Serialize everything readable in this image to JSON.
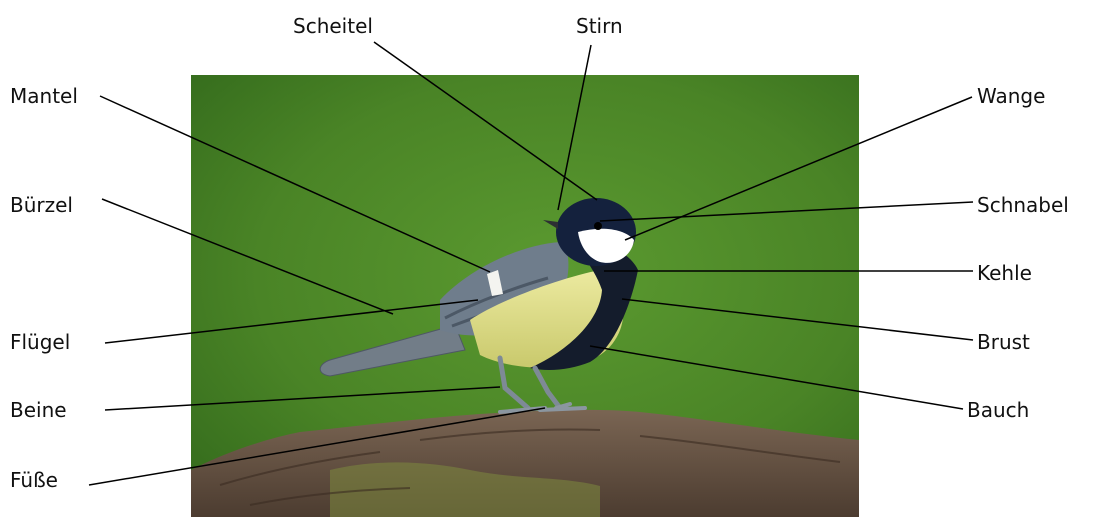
{
  "labels": {
    "scheitel": "Scheitel",
    "stirn": "Stirn",
    "mantel": "Mantel",
    "wange": "Wange",
    "buerzel": "Bürzel",
    "schnabel": "Schnabel",
    "kehle": "Kehle",
    "fluegel": "Flügel",
    "brust": "Brust",
    "beine": "Beine",
    "bauch": "Bauch",
    "fuesse": "Füße"
  },
  "colors": {
    "background_green": "#4f8a2a",
    "bird_cap": "#14213d",
    "bird_cheek": "#ffffff",
    "bird_breast": "#e4e08a",
    "bird_wing": "#6f7d8c",
    "branch": "#6b5646",
    "leader_line": "#000000"
  }
}
